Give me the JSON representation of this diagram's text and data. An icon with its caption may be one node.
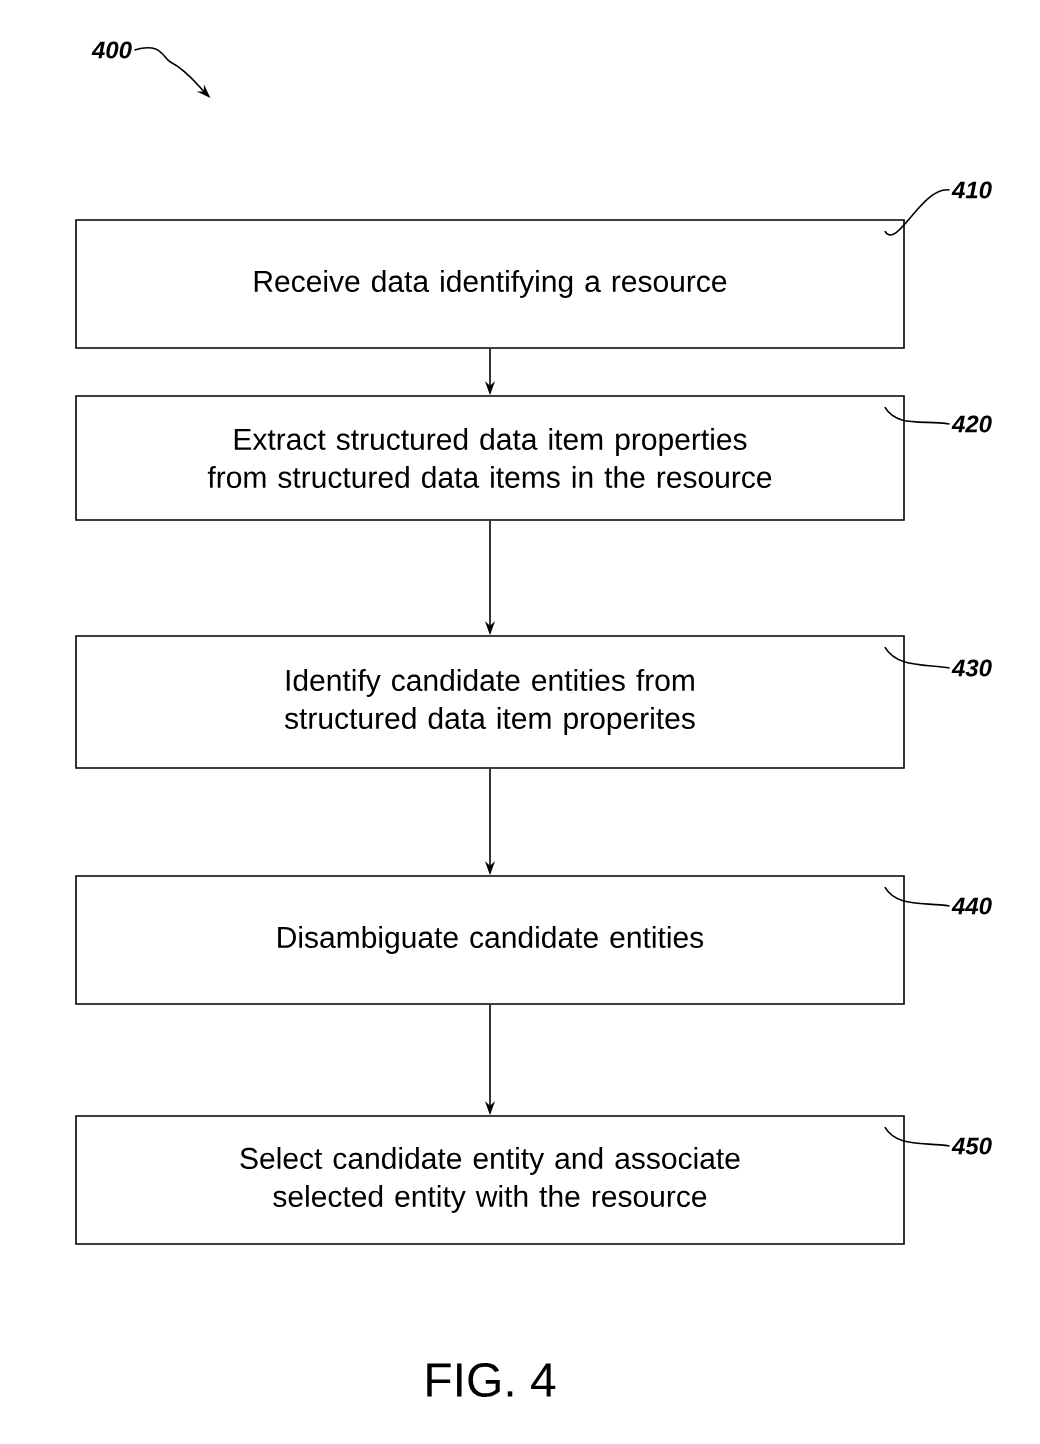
{
  "diagram": {
    "caption": "FIG. 4",
    "nodes": [
      {
        "text": [
          "Receive data identifying a resource"
        ]
      },
      {
        "text": [
          "Extract structured data item properties from structured data items in the resource"
        ]
      },
      {
        "text": [
          "Identify candidate entities from structured data item properites"
        ]
      },
      {
        "text": [
          "Disambiguate candidate entities"
        ]
      },
      {
        "text": [
          "Select candidate entity and associate selected entity with the resource"
        ]
      },
      {
        "text": [
          "410"
        ]
      },
      {
        "text": [
          "420"
        ]
      },
      {
        "text": [
          "430"
        ]
      },
      {
        "text": [
          "440"
        ]
      },
      {
        "text": [
          "450"
        ]
      },
      {
        "text": [
          "400"
        ]
      }
    ],
    "edges": [
      {
        "from": 0,
        "to": 1,
        "arrow": "to"
      },
      {
        "from": 1,
        "to": 2,
        "arrow": "to"
      },
      {
        "from": 2,
        "to": 3,
        "arrow": "to"
      },
      {
        "from": 3,
        "to": 4,
        "arrow": "to"
      },
      {
        "from": 5,
        "to": 0,
        "arrow": "none"
      },
      {
        "from": 6,
        "to": 1,
        "arrow": "none"
      },
      {
        "from": 7,
        "to": 2,
        "arrow": "none"
      },
      {
        "from": 8,
        "to": 3,
        "arrow": "none"
      },
      {
        "from": 9,
        "to": 4,
        "arrow": "none"
      },
      {
        "from": 10,
        "to": null,
        "arrow": "to"
      }
    ]
  }
}
